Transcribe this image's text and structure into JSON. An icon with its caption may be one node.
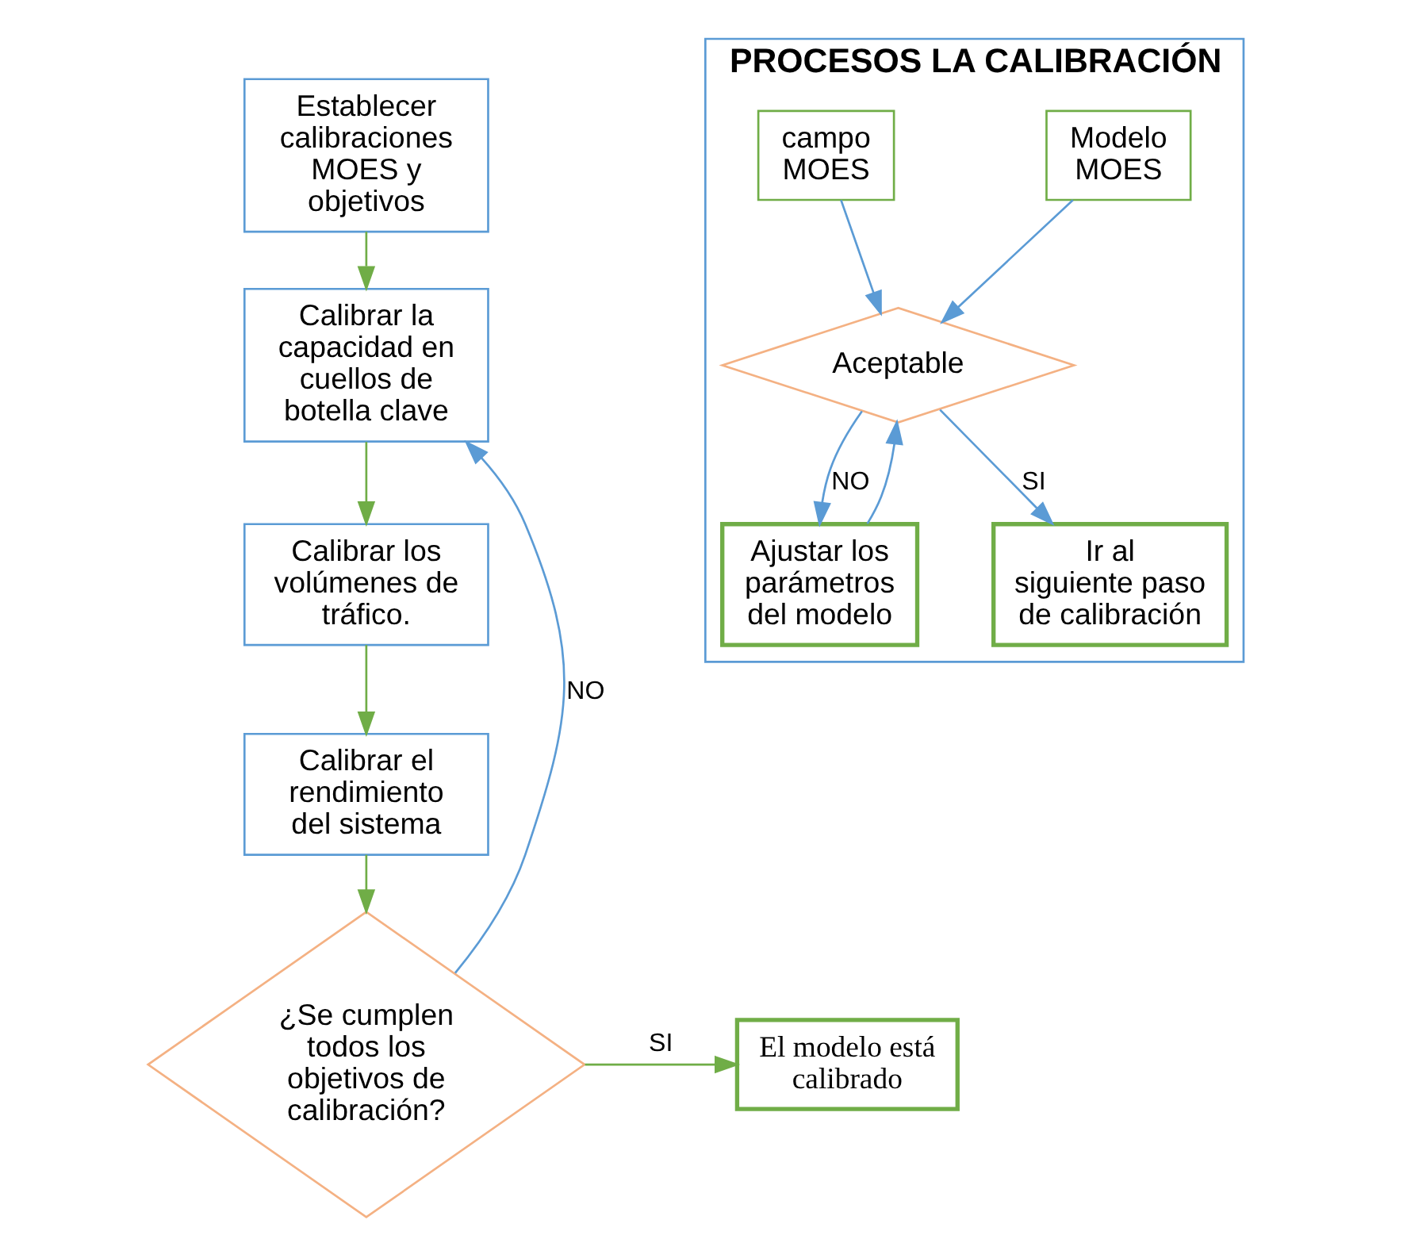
{
  "diagram": {
    "nodes": [
      {
        "text": [
          "Establecer calibraciones MOES y objetivos"
        ]
      },
      {
        "text": [
          "Calibrar la capacidad en cuellos de botella clave"
        ]
      },
      {
        "text": [
          "Calibrar los volúmenes de tráfico."
        ]
      },
      {
        "text": [
          "Calibrar el rendimiento del sistema"
        ]
      },
      {
        "text": [
          "¿Se cumplen todos los objetivos de calibración?"
        ]
      },
      {
        "text": [
          "El modelo está calibrado"
        ]
      },
      {
        "text": [
          "PROCESOS LA CALIBRACIÓN"
        ]
      },
      {
        "text": [
          "campo MOES"
        ],
        "in": 6
      },
      {
        "text": [
          "Modelo MOES"
        ],
        "in": 6
      },
      {
        "text": [
          "Aceptable"
        ],
        "in": 6
      },
      {
        "text": [
          "Ajustar los parámetros del modelo"
        ],
        "in": 6
      },
      {
        "text": [
          "Ir al siguiente paso de calibración"
        ],
        "in": 6
      }
    ],
    "edges": [
      {
        "from": 0,
        "to": 1,
        "arrow": "to",
        "color": "#70ad47"
      },
      {
        "from": 1,
        "to": 2,
        "arrow": "to",
        "color": "#70ad47"
      },
      {
        "from": 2,
        "to": 3,
        "arrow": "to",
        "color": "#70ad47"
      },
      {
        "from": 3,
        "to": 4,
        "arrow": "to",
        "color": "#70ad47"
      },
      {
        "from": 4,
        "to": 5,
        "arrow": "to",
        "label": "SI",
        "color": "#70ad47"
      },
      {
        "from": 4,
        "to": 1,
        "arrow": "to",
        "label": "NO",
        "color": "#5b9bd5"
      },
      {
        "from": 7,
        "to": 9,
        "arrow": "to",
        "color": "#5b9bd5"
      },
      {
        "from": 8,
        "to": 9,
        "arrow": "to",
        "color": "#5b9bd5"
      },
      {
        "from": 9,
        "to": 10,
        "arrow": "to",
        "label": "NO",
        "color": "#5b9bd5"
      },
      {
        "from": 10,
        "to": 9,
        "arrow": "to",
        "color": "#5b9bd5"
      },
      {
        "from": 9,
        "to": 11,
        "arrow": "to",
        "label": "SI",
        "color": "#5b9bd5"
      }
    ]
  }
}
